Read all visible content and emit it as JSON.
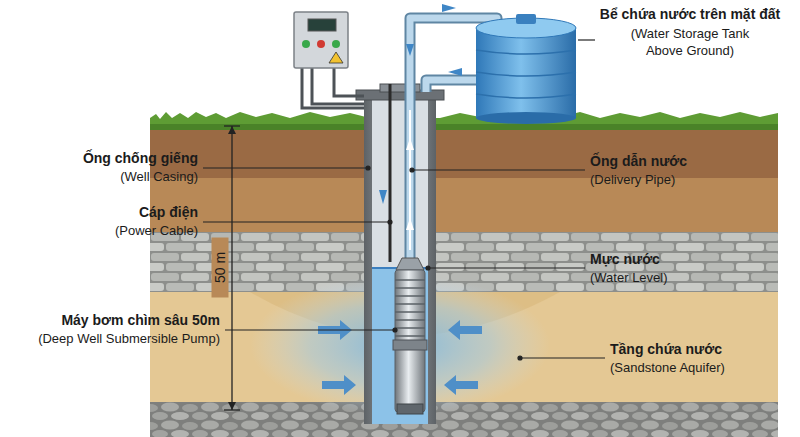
{
  "diagram": {
    "labels": [
      "Bể chứa nước trên mặt đất",
      "(Water Storage Tank Above Ground)",
      "Ống chống giếng",
      "(Well Casing)",
      "Ống dẫn nước",
      "(Delivery Pipe)",
      "Cáp điện",
      "(Power Cable)",
      "Mực nước",
      "(Water Level)",
      "50 m",
      "Máy bơm chìm sâu 50m",
      "(Deep Well Submersible Pump)",
      "Tầng chứa nước",
      "(Sandstone Aquifer)"
    ]
  }
}
